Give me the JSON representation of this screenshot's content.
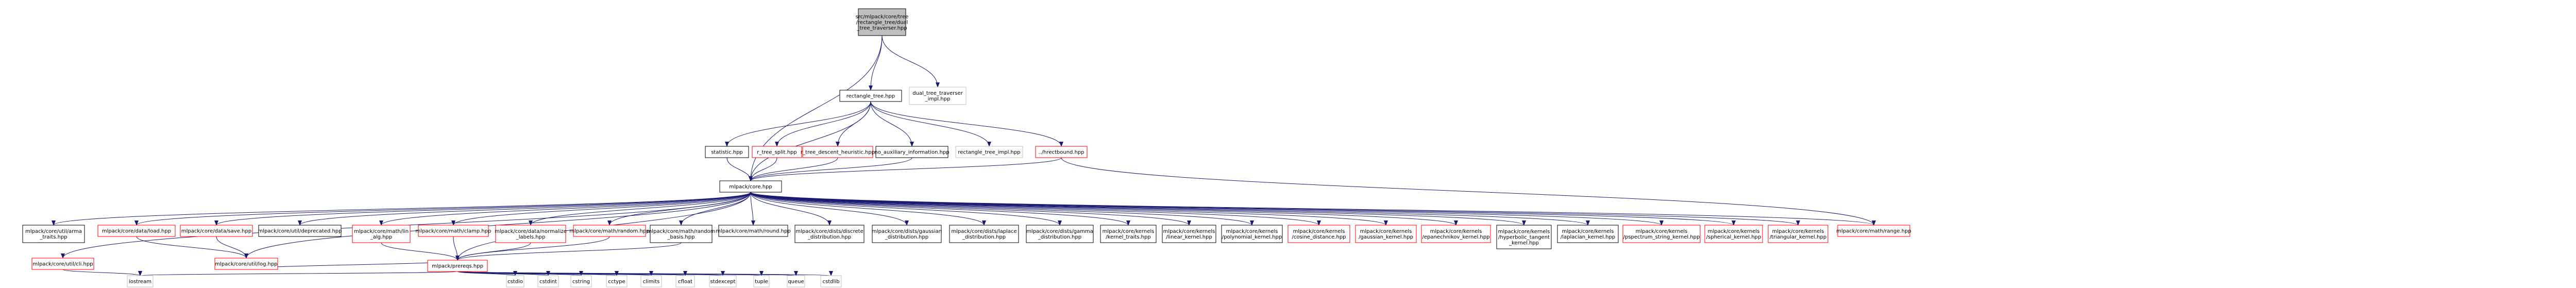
{
  "colors": {
    "edge": "#191970",
    "edge_gray": "#808080",
    "border_black": "#000000",
    "border_red": "#ff0000",
    "border_gray": "#bfbfbf",
    "fill_root": "#bfbfbf",
    "fill": "#ffffff",
    "text": "#000000"
  },
  "nodes": [
    {
      "id": "root",
      "lines": [
        "src/mlpack/core/tree",
        "/rectangle_tree/dual",
        "_tree_traverser.hpp"
      ],
      "style": "root"
    },
    {
      "id": "rt",
      "lines": [
        "rectangle_tree.hpp"
      ],
      "style": "black"
    },
    {
      "id": "dual_impl",
      "lines": [
        "dual_tree_traverser",
        "_impl.hpp"
      ],
      "style": "gray"
    },
    {
      "id": "statistic",
      "lines": [
        "statistic.hpp"
      ],
      "style": "black"
    },
    {
      "id": "rsplit",
      "lines": [
        "r_tree_split.hpp"
      ],
      "style": "red"
    },
    {
      "id": "rdesc",
      "lines": [
        "r_tree_descent_heuristic.hpp"
      ],
      "style": "red"
    },
    {
      "id": "noaux",
      "lines": [
        "no_auxiliary_information.hpp"
      ],
      "style": "black"
    },
    {
      "id": "rtimpl",
      "lines": [
        "rectangle_tree_impl.hpp"
      ],
      "style": "gray"
    },
    {
      "id": "hrect",
      "lines": [
        "../hrectbound.hpp"
      ],
      "style": "red"
    },
    {
      "id": "core",
      "lines": [
        "mlpack/core.hpp"
      ],
      "style": "black"
    },
    {
      "id": "arma_traits",
      "lines": [
        "mlpack/core/util/arma",
        "_traits.hpp"
      ],
      "style": "black"
    },
    {
      "id": "load",
      "lines": [
        "mlpack/core/data/load.hpp"
      ],
      "style": "red"
    },
    {
      "id": "save",
      "lines": [
        "mlpack/core/data/save.hpp"
      ],
      "style": "red"
    },
    {
      "id": "deprecated",
      "lines": [
        "mlpack/core/util/deprecated.hpp"
      ],
      "style": "black"
    },
    {
      "id": "lin_alg",
      "lines": [
        "mlpack/core/math/lin",
        "_alg.hpp"
      ],
      "style": "red"
    },
    {
      "id": "clamp",
      "lines": [
        "mlpack/core/math/clamp.hpp"
      ],
      "style": "red"
    },
    {
      "id": "normalize",
      "lines": [
        "mlpack/core/data/normalize",
        "_labels.hpp"
      ],
      "style": "red"
    },
    {
      "id": "random",
      "lines": [
        "mlpack/core/math/random.hpp"
      ],
      "style": "red"
    },
    {
      "id": "random_basis",
      "lines": [
        "mlpack/core/math/random",
        "_basis.hpp"
      ],
      "style": "black"
    },
    {
      "id": "round",
      "lines": [
        "mlpack/core/math/round.hpp"
      ],
      "style": "black"
    },
    {
      "id": "discrete",
      "lines": [
        "mlpack/core/dists/discrete",
        "_distribution.hpp"
      ],
      "style": "black"
    },
    {
      "id": "gaussian_dist",
      "lines": [
        "mlpack/core/dists/gaussian",
        "_distribution.hpp"
      ],
      "style": "black"
    },
    {
      "id": "laplace_dist",
      "lines": [
        "mlpack/core/dists/laplace",
        "_distribution.hpp"
      ],
      "style": "black"
    },
    {
      "id": "gamma_dist",
      "lines": [
        "mlpack/core/dists/gamma",
        "_distribution.hpp"
      ],
      "style": "black"
    },
    {
      "id": "kernel_traits",
      "lines": [
        "mlpack/core/kernels",
        "/kernel_traits.hpp"
      ],
      "style": "black"
    },
    {
      "id": "linear_k",
      "lines": [
        "mlpack/core/kernels",
        "/linear_kernel.hpp"
      ],
      "style": "black"
    },
    {
      "id": "poly_k",
      "lines": [
        "mlpack/core/kernels",
        "/polynomial_kernel.hpp"
      ],
      "style": "black"
    },
    {
      "id": "cosine_d",
      "lines": [
        "mlpack/core/kernels",
        "/cosine_distance.hpp"
      ],
      "style": "red"
    },
    {
      "id": "gauss_k",
      "lines": [
        "mlpack/core/kernels",
        "/gaussian_kernel.hpp"
      ],
      "style": "red"
    },
    {
      "id": "epan_k",
      "lines": [
        "mlpack/core/kernels",
        "/epanechnikov_kernel.hpp"
      ],
      "style": "red"
    },
    {
      "id": "tanh_k",
      "lines": [
        "mlpack/core/kernels",
        "/hyperbolic_tangent",
        "_kernel.hpp"
      ],
      "style": "black"
    },
    {
      "id": "lap_k",
      "lines": [
        "mlpack/core/kernels",
        "/laplacian_kernel.hpp"
      ],
      "style": "black"
    },
    {
      "id": "pspec_k",
      "lines": [
        "mlpack/core/kernels",
        "/pspectrum_string_kernel.hpp"
      ],
      "style": "red"
    },
    {
      "id": "sph_k",
      "lines": [
        "mlpack/core/kernels",
        "/spherical_kernel.hpp"
      ],
      "style": "red"
    },
    {
      "id": "tri_k",
      "lines": [
        "mlpack/core/kernels",
        "/triangular_kernel.hpp"
      ],
      "style": "red"
    },
    {
      "id": "range",
      "lines": [
        "mlpack/core/math/range.hpp"
      ],
      "style": "red"
    },
    {
      "id": "cli",
      "lines": [
        "mlpack/core/util/cli.hpp"
      ],
      "style": "red"
    },
    {
      "id": "log",
      "lines": [
        "mlpack/core/util/log.hpp"
      ],
      "style": "red"
    },
    {
      "id": "prereqs",
      "lines": [
        "mlpack/prereqs.hpp"
      ],
      "style": "red"
    },
    {
      "id": "iostream",
      "lines": [
        "iostream"
      ],
      "style": "gray"
    },
    {
      "id": "cstdio",
      "lines": [
        "cstdio"
      ],
      "style": "gray"
    },
    {
      "id": "cstdint",
      "lines": [
        "cstdint"
      ],
      "style": "gray"
    },
    {
      "id": "cstring",
      "lines": [
        "cstring"
      ],
      "style": "gray"
    },
    {
      "id": "cctype",
      "lines": [
        "cctype"
      ],
      "style": "gray"
    },
    {
      "id": "climits",
      "lines": [
        "climits"
      ],
      "style": "gray"
    },
    {
      "id": "cfloat",
      "lines": [
        "cfloat"
      ],
      "style": "gray"
    },
    {
      "id": "stdexcept",
      "lines": [
        "stdexcept"
      ],
      "style": "gray"
    },
    {
      "id": "tuple",
      "lines": [
        "tuple"
      ],
      "style": "gray"
    },
    {
      "id": "queue",
      "lines": [
        "queue"
      ],
      "style": "gray"
    },
    {
      "id": "cstdlib",
      "lines": [
        "cstdlib"
      ],
      "style": "gray"
    }
  ],
  "edges": [
    [
      "root",
      "rt"
    ],
    [
      "root",
      "dual_impl"
    ],
    [
      "root",
      "core"
    ],
    [
      "rt",
      "statistic"
    ],
    [
      "rt",
      "rsplit"
    ],
    [
      "rt",
      "rdesc"
    ],
    [
      "rt",
      "noaux"
    ],
    [
      "rt",
      "rtimpl"
    ],
    [
      "rt",
      "hrect"
    ],
    [
      "rt",
      "core"
    ],
    [
      "statistic",
      "core"
    ],
    [
      "rsplit",
      "core"
    ],
    [
      "rdesc",
      "core"
    ],
    [
      "noaux",
      "core"
    ],
    [
      "hrect",
      "core"
    ],
    [
      "hrect",
      "range"
    ],
    [
      "core",
      "arma_traits"
    ],
    [
      "core",
      "load"
    ],
    [
      "core",
      "save"
    ],
    [
      "core",
      "deprecated"
    ],
    [
      "core",
      "lin_alg"
    ],
    [
      "core",
      "clamp"
    ],
    [
      "core",
      "normalize"
    ],
    [
      "core",
      "random"
    ],
    [
      "core",
      "random_basis"
    ],
    [
      "core",
      "round"
    ],
    [
      "core",
      "discrete"
    ],
    [
      "core",
      "gaussian_dist"
    ],
    [
      "core",
      "laplace_dist"
    ],
    [
      "core",
      "gamma_dist"
    ],
    [
      "core",
      "kernel_traits"
    ],
    [
      "core",
      "linear_k"
    ],
    [
      "core",
      "poly_k"
    ],
    [
      "core",
      "cosine_d"
    ],
    [
      "core",
      "gauss_k"
    ],
    [
      "core",
      "epan_k"
    ],
    [
      "core",
      "tanh_k"
    ],
    [
      "core",
      "lap_k"
    ],
    [
      "core",
      "pspec_k"
    ],
    [
      "core",
      "sph_k"
    ],
    [
      "core",
      "tri_k"
    ],
    [
      "core",
      "range"
    ],
    [
      "core",
      "cli"
    ],
    [
      "core",
      "log"
    ],
    [
      "core",
      "prereqs"
    ],
    [
      "load",
      "log"
    ],
    [
      "save",
      "log"
    ],
    [
      "lin_alg",
      "prereqs"
    ],
    [
      "clamp",
      "prereqs"
    ],
    [
      "normalize",
      "prereqs"
    ],
    [
      "random",
      "prereqs"
    ],
    [
      "random_basis",
      "prereqs"
    ],
    [
      "cli",
      "iostream"
    ],
    [
      "log",
      "prereqs"
    ],
    [
      "prereqs",
      "iostream"
    ],
    [
      "prereqs",
      "cstdio"
    ],
    [
      "prereqs",
      "cstdint"
    ],
    [
      "prereqs",
      "cstring"
    ],
    [
      "prereqs",
      "cctype"
    ],
    [
      "prereqs",
      "climits"
    ],
    [
      "prereqs",
      "cfloat"
    ],
    [
      "prereqs",
      "stdexcept"
    ],
    [
      "prereqs",
      "tuple"
    ],
    [
      "prereqs",
      "queue"
    ],
    [
      "prereqs",
      "cstdlib"
    ]
  ]
}
